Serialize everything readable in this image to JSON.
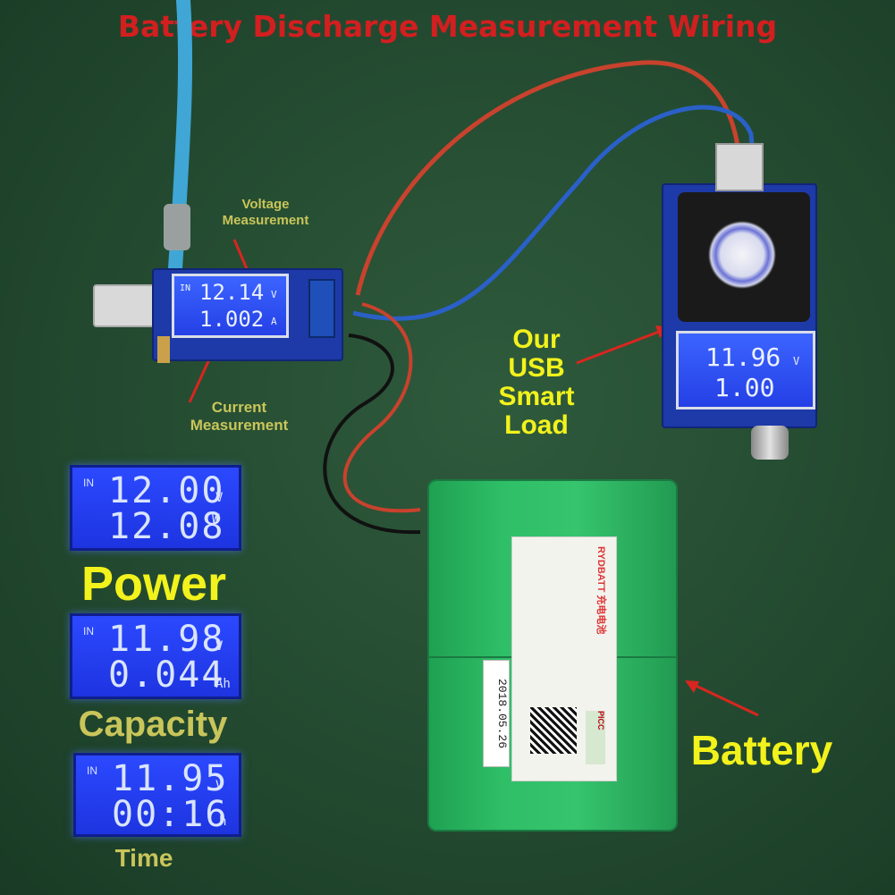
{
  "title": "Battery Discharge Measurement Wiring",
  "meter": {
    "in_label": "IN",
    "voltage": "12.14",
    "voltage_unit": "V",
    "current": "1.002",
    "current_unit": "A"
  },
  "load": {
    "voltage": "11.96",
    "voltage_unit": "V",
    "current": "1.00"
  },
  "labels": {
    "voltage_measurement": "Voltage\nMeasurement",
    "current_measurement": "Current\nMeasurement",
    "usb_load": "Our\nUSB\nSmart\nLoad",
    "battery": "Battery",
    "power": "Power",
    "capacity": "Capacity",
    "time": "Time"
  },
  "lcd_power": {
    "in": "IN",
    "top": "12.00",
    "top_unit": "V",
    "bottom": "12.08",
    "bottom_unit": "W"
  },
  "lcd_capacity": {
    "in": "IN",
    "top": "11.98",
    "top_unit": "V",
    "bottom": "0.044",
    "bottom_unit": "Ah"
  },
  "lcd_time": {
    "in": "IN",
    "top": "11.95",
    "top_unit": "V",
    "bottom": "00:16",
    "bottom_unit": "h"
  },
  "battery_pack": {
    "date": "2018.05.26",
    "brand": "RYDBATT",
    "brand_cn": "充电电池",
    "mark": "PICC"
  },
  "colors": {
    "title": "#d21f1f",
    "label_yellow": "#f2f21c",
    "label_olive": "#c9c55a",
    "lcd_blue": "#2640f0",
    "battery_green": "#2fbf67",
    "wire_red": "#c8422d",
    "wire_blue": "#2a60c8"
  }
}
